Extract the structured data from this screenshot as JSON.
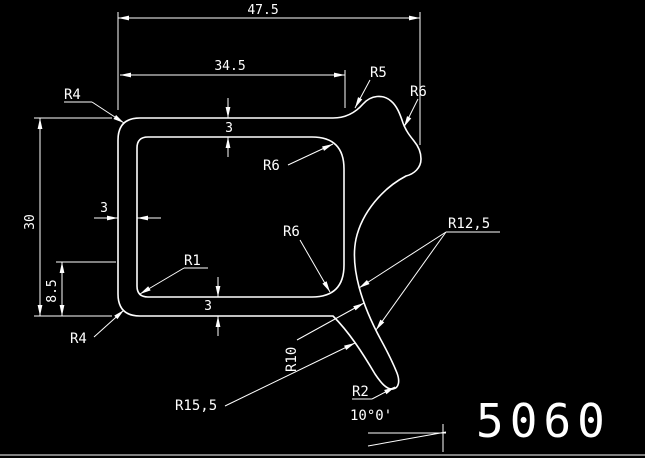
{
  "drawing": {
    "part_number": "5060",
    "colors": {
      "background": "#000000",
      "lines": "#ffffff"
    },
    "dims": {
      "total_width": "47.5",
      "inner_width": "34.5",
      "height": "30",
      "bottom_offset": "8.5",
      "wall_top": "3",
      "wall_left": "3",
      "wall_bottom": "3"
    },
    "callouts": {
      "r4_top": "R4",
      "r5": "R5",
      "r6_outer": "R6",
      "r6_inner_top": "R6",
      "r6_inner_bottom": "R6",
      "r12_5": "R12,5",
      "r1": "R1",
      "r4_bottom": "R4",
      "r10": "R10",
      "r15_5": "R15,5",
      "r2": "R2",
      "angle": "10°0'"
    }
  }
}
